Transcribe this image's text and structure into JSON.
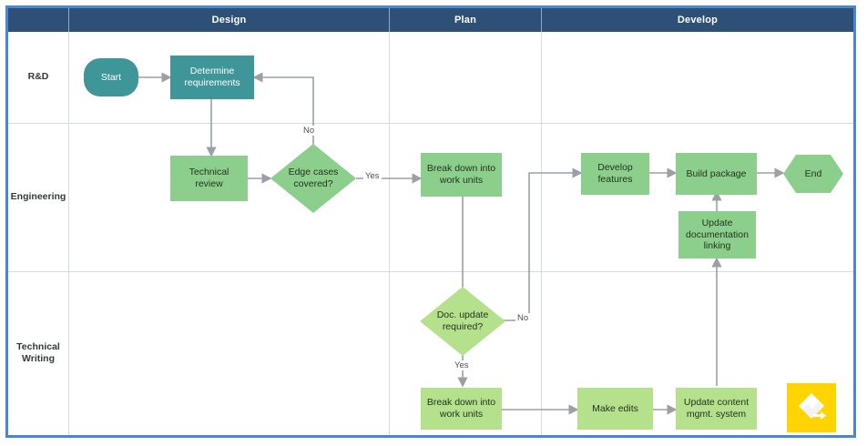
{
  "diagram": {
    "title": "Swimlane flowchart",
    "colors": {
      "header_band": "#2E5077",
      "selection_frame": "#4A87D3",
      "teal": "#3E9699",
      "green": "#8CCF8C",
      "light_green": "#B5E08C",
      "connector": "#9AA0A6",
      "grid_line": "#d6dbe0",
      "app_icon": "#FFD400"
    },
    "columns": [
      {
        "label": "",
        "name": "lane-label-column"
      },
      {
        "label": "Design",
        "name": "phase-design"
      },
      {
        "label": "Plan",
        "name": "phase-plan"
      },
      {
        "label": "Develop",
        "name": "phase-develop"
      }
    ],
    "lanes": [
      {
        "label": "R&D",
        "name": "lane-rd"
      },
      {
        "label": "Engineering",
        "name": "lane-engineering"
      },
      {
        "label": "Technical\nWriting",
        "label_line1": "Technical",
        "label_line2": "Writing",
        "name": "lane-technical-writing"
      }
    ],
    "nodes": [
      {
        "id": "start",
        "label": "Start",
        "shape": "stadium",
        "lane": "R&D",
        "phase": "Design",
        "fill": "teal"
      },
      {
        "id": "determine-requirements",
        "label": "Determine requirements",
        "line1": "Determine",
        "line2": "requirements",
        "shape": "rect",
        "lane": "R&D",
        "phase": "Design",
        "fill": "teal"
      },
      {
        "id": "technical-review",
        "label": "Technical review",
        "line1": "Technical",
        "line2": "review",
        "shape": "rect",
        "lane": "Engineering",
        "phase": "Design",
        "fill": "green"
      },
      {
        "id": "edge-cases-covered",
        "label": "Edge cases covered?",
        "line1": "Edge cases",
        "line2": "covered?",
        "shape": "diamond",
        "lane": "Engineering",
        "phase": "Design",
        "fill": "green"
      },
      {
        "id": "break-down-eng",
        "label": "Break down into work units",
        "line1": "Break down into",
        "line2": "work units",
        "shape": "rect",
        "lane": "Engineering",
        "phase": "Plan",
        "fill": "green"
      },
      {
        "id": "develop-features",
        "label": "Develop features",
        "line1": "Develop",
        "line2": "features",
        "shape": "rect",
        "lane": "Engineering",
        "phase": "Develop",
        "fill": "green"
      },
      {
        "id": "build-package",
        "label": "Build package",
        "shape": "rect",
        "lane": "Engineering",
        "phase": "Develop",
        "fill": "green"
      },
      {
        "id": "end",
        "label": "End",
        "shape": "hexagon",
        "lane": "Engineering",
        "phase": "Develop",
        "fill": "green"
      },
      {
        "id": "update-documentation-linking",
        "label": "Update documentation linking",
        "line1": "Update",
        "line2": "documentation",
        "line3": "linking",
        "shape": "rect",
        "lane": "Engineering",
        "phase": "Develop",
        "fill": "green"
      },
      {
        "id": "doc-update-required",
        "label": "Doc. update required?",
        "line1": "Doc. update",
        "line2": "required?",
        "shape": "diamond",
        "lane": "Technical Writing",
        "phase": "Plan",
        "fill": "light_green"
      },
      {
        "id": "break-down-tw",
        "label": "Break down into work units",
        "line1": "Break down into",
        "line2": "work units",
        "shape": "rect",
        "lane": "Technical Writing",
        "phase": "Plan",
        "fill": "light_green"
      },
      {
        "id": "make-edits",
        "label": "Make edits",
        "shape": "rect",
        "lane": "Technical Writing",
        "phase": "Develop",
        "fill": "light_green"
      },
      {
        "id": "update-content-mgmt",
        "label": "Update content mgmt. system",
        "line1": "Update content",
        "line2": "mgmt. system",
        "shape": "rect",
        "lane": "Technical Writing",
        "phase": "Develop",
        "fill": "light_green"
      }
    ],
    "edge_labels": [
      {
        "id": "edge-no-edgecases",
        "text": "No",
        "from": "edge-cases-covered",
        "to": "determine-requirements"
      },
      {
        "id": "edge-yes-edgecases",
        "text": "Yes",
        "from": "edge-cases-covered",
        "to": "break-down-eng"
      },
      {
        "id": "edge-no-docupdate",
        "text": "No",
        "from": "doc-update-required",
        "to": "develop-features"
      },
      {
        "id": "edge-yes-docupdate",
        "text": "Yes",
        "from": "doc-update-required",
        "to": "break-down-tw"
      }
    ],
    "app_icon": {
      "name": "lucidchart-icon",
      "glyph": "◆"
    }
  }
}
